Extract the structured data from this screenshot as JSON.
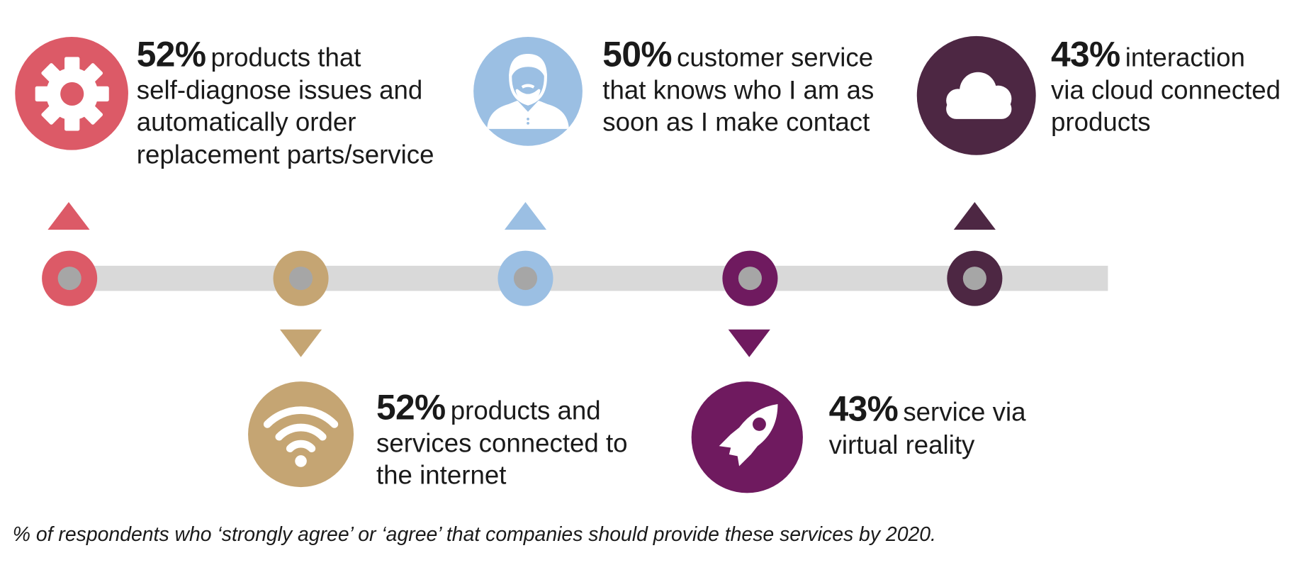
{
  "colors": {
    "coral": "#dc5a67",
    "tan": "#c5a573",
    "light_blue": "#9bbfe3",
    "purple": "#6f1a5f",
    "plum": "#4d2743",
    "track": "#d9d9d9",
    "hub": "#a6a6a6"
  },
  "items": [
    {
      "pct": "52%",
      "lines": [
        "products that",
        "self-diagnose issues and",
        "automatically order",
        "replacement parts/service"
      ],
      "icon": "gear-icon",
      "color": "coral"
    },
    {
      "pct": "52%",
      "lines": [
        "products and",
        "services connected to",
        "the internet"
      ],
      "icon": "wifi-icon",
      "color": "tan"
    },
    {
      "pct": "50%",
      "lines": [
        "customer service",
        "that knows who I am as",
        "soon as I make contact"
      ],
      "icon": "person-icon",
      "color": "light_blue"
    },
    {
      "pct": "43%",
      "lines": [
        "service via",
        "virtual reality"
      ],
      "icon": "rocket-icon",
      "color": "purple"
    },
    {
      "pct": "43%",
      "lines": [
        "interaction",
        "via cloud connected",
        "products"
      ],
      "icon": "cloud-icon",
      "color": "plum"
    }
  ],
  "footnote": "% of respondents who ‘strongly agree’ or ‘agree’ that companies should provide these services by 2020."
}
